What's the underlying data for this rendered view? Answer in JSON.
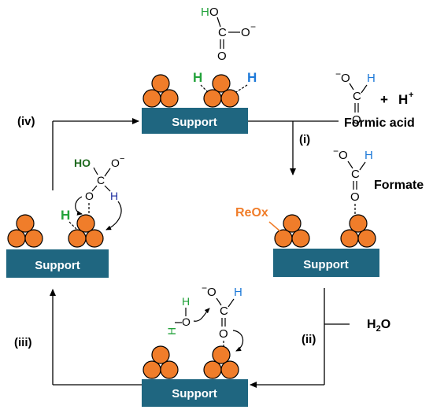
{
  "colors": {
    "support": "#1f6680",
    "particle": "#f07d2a",
    "arrow": "#000000",
    "h_green": "#22a23a",
    "h_blue": "#1f7ad8",
    "h_navy": "#1f2fa0",
    "reox": "#f07d2a"
  },
  "supports": {
    "top": "Support",
    "right": "Support",
    "bottom": "Support",
    "left": "Support"
  },
  "steps": {
    "i": "(i)",
    "ii": "(ii)",
    "iii": "(iii)",
    "iv": "(iv)"
  },
  "labels": {
    "formic_acid": "Formic acid",
    "formate": "Formate",
    "h_plus": "H",
    "h_plus_sup": "+",
    "plus": "+",
    "reox": "ReOx",
    "water_h": "H",
    "water_sub": "2",
    "water_o": "O"
  },
  "atoms": {
    "H": "H",
    "O": "O",
    "C": "C",
    "O_minus": "O",
    "minus": "−",
    "HO": "HO"
  }
}
